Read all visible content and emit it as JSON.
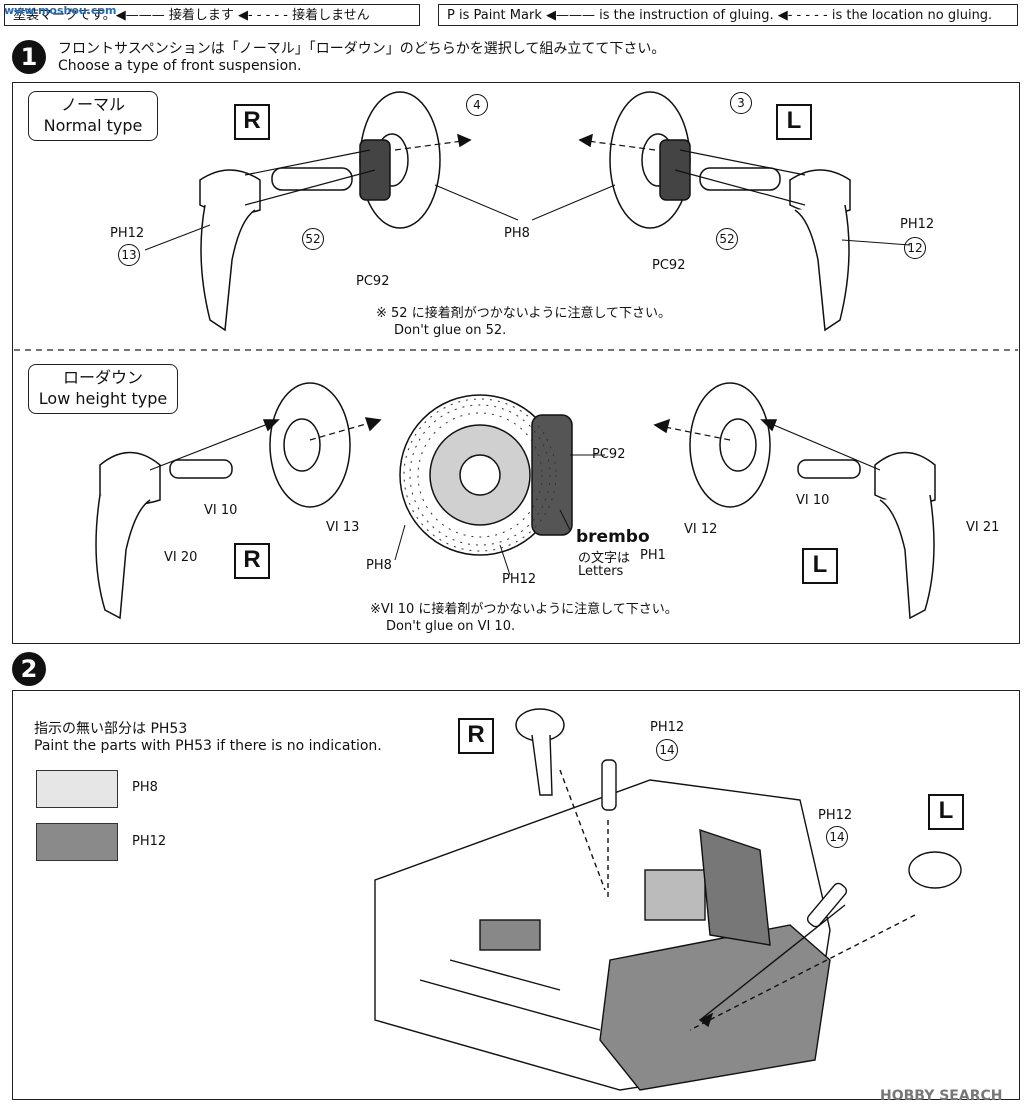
{
  "legend": {
    "jp": "塗装マークです。◀——— 接着します ◀- - - - - 接着しません",
    "en": "P is Paint Mark ◀——— is the instruction of gluing. ◀- - - - - is the location no gluing."
  },
  "step1": {
    "badge": "1",
    "jp": "フロントサスペンションは「ノーマル」「ローダウン」のどちらかを選択して組み立てて下さい。",
    "en": "Choose a type of front suspension.",
    "normal": {
      "jp": "ノーマル",
      "en": "Normal type",
      "side_r": "R",
      "side_l": "L",
      "parts": {
        "p4": "4",
        "p3": "3",
        "p52a": "52",
        "p52b": "52",
        "p13": "13",
        "p12": "12",
        "ph12a": "PH12",
        "ph12b": "PH12",
        "pc92a": "PC92",
        "pc92b": "PC92",
        "ph8": "PH8"
      },
      "note_jp": "※ 52 に接着剤がつかないように注意して下さい。",
      "note_en": "Don't glue on 52."
    },
    "low": {
      "jp": "ローダウン",
      "en": "Low height type",
      "side_r": "R",
      "side_l": "L",
      "parts": {
        "vi10a": "VI 10",
        "vi10b": "VI 10",
        "vi13": "VI 13",
        "vi20": "VI 20",
        "vi12": "VI 12",
        "vi21": "VI 21",
        "pc92": "PC92",
        "ph8": "PH8",
        "ph12": "PH12"
      },
      "brembo": "brembo",
      "brembo_jp": "の文字は",
      "brembo_ph1": "PH1",
      "brembo_en": "Letters",
      "note_jp": "※VI 10 に接着剤がつかないように注意して下さい。",
      "note_en": "Don't glue on VI 10."
    }
  },
  "step2": {
    "badge": "2",
    "note_jp": "指示の無い部分は PH53",
    "note_en": "Paint the parts with PH53 if there is no indication.",
    "swatch_light": {
      "label": "PH8",
      "color": "#e6e6e6"
    },
    "swatch_dark": {
      "label": "PH12",
      "color": "#8a8a8a"
    },
    "side_r": "R",
    "side_l": "L",
    "parts": {
      "ph12a": "PH12",
      "p14a": "14",
      "ph12b": "PH12",
      "p14b": "14"
    }
  },
  "watermarks": {
    "left": "www.moshou.com",
    "right": "HOBBY SEARCH"
  }
}
